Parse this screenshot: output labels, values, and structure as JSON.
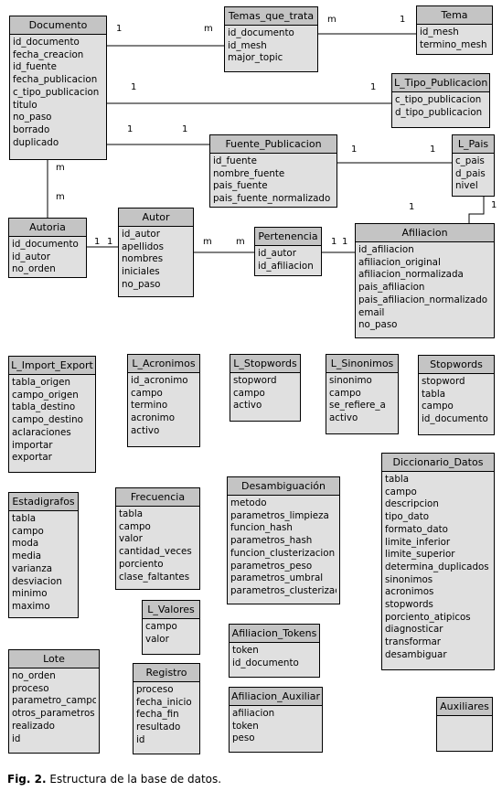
{
  "entities": [
    {
      "name": "Documento",
      "fields": [
        "id_documento",
        "fecha_creacion",
        "id_fuente",
        "fecha_publicacion",
        "c_tipo_publicacion",
        "titulo",
        "no_paso",
        "borrado",
        "duplicado"
      ]
    },
    {
      "name": "Temas_que_trata",
      "fields": [
        "id_documento",
        "id_mesh",
        "major_topic"
      ]
    },
    {
      "name": "Tema",
      "fields": [
        "id_mesh",
        "termino_mesh"
      ]
    },
    {
      "name": "L_Tipo_Publicacion",
      "fields": [
        "c_tipo_publicacion",
        "d_tipo_publicacion"
      ]
    },
    {
      "name": "Fuente_Publicacion",
      "fields": [
        "id_fuente",
        "nombre_fuente",
        "pais_fuente",
        "pais_fuente_normalizado"
      ]
    },
    {
      "name": "L_Pais",
      "fields": [
        "c_pais",
        "d_pais",
        "nivel"
      ]
    },
    {
      "name": "Autoria",
      "fields": [
        "id_documento",
        "id_autor",
        "no_orden"
      ]
    },
    {
      "name": "Autor",
      "fields": [
        "id_autor",
        "apellidos",
        "nombres",
        "iniciales",
        "no_paso"
      ]
    },
    {
      "name": "Pertenencia",
      "fields": [
        "id_autor",
        "id_afiliacion"
      ]
    },
    {
      "name": "Afiliacion",
      "fields": [
        "id_afiliacion",
        "afiliacion_original",
        "afiliacion_normalizada",
        "pais_afiliacion",
        "pais_afiliacion_normalizado",
        "email",
        "no_paso"
      ]
    },
    {
      "name": "L_Import_Export",
      "fields": [
        "tabla_origen",
        "campo_origen",
        "tabla_destino",
        "campo_destino",
        "aclaraciones",
        "importar",
        "exportar"
      ]
    },
    {
      "name": "L_Acronimos",
      "fields": [
        "id_acronimo",
        "campo",
        "termino",
        "acronimo",
        "activo"
      ]
    },
    {
      "name": "L_Stopwords",
      "fields": [
        "stopword",
        "campo",
        "activo"
      ]
    },
    {
      "name": "L_Sinonimos",
      "fields": [
        "sinonimo",
        "campo",
        "se_refiere_a",
        "activo"
      ]
    },
    {
      "name": "Stopwords",
      "fields": [
        "stopword",
        "tabla",
        "campo",
        "id_documento"
      ]
    },
    {
      "name": "Estadigrafos",
      "fields": [
        "tabla",
        "campo",
        "moda",
        "media",
        "varianza",
        "desviacion",
        "minimo",
        "maximo"
      ]
    },
    {
      "name": "Frecuencia",
      "fields": [
        "tabla",
        "campo",
        "valor",
        "cantidad_veces",
        "porciento",
        "clase_faltantes"
      ]
    },
    {
      "name": "Desambiguación",
      "fields": [
        "metodo",
        "parametros_limpieza",
        "funcion_hash",
        "parametros_hash",
        "funcion_clusterizacion",
        "parametros_peso",
        "parametros_umbral",
        "parametros_clusterizacion"
      ]
    },
    {
      "name": "Diccionario_Datos",
      "fields": [
        "tabla",
        "campo",
        "descripcion",
        "tipo_dato",
        "formato_dato",
        "limite_inferior",
        "limite_superior",
        "determina_duplicados",
        "sinonimos",
        "acronimos",
        "stopwords",
        "porciento_atipicos",
        "diagnosticar",
        "transformar",
        "desambiguar"
      ]
    },
    {
      "name": "L_Valores",
      "fields": [
        "campo",
        "valor"
      ]
    },
    {
      "name": "Afiliacion_Tokens",
      "fields": [
        "token",
        "id_documento"
      ]
    },
    {
      "name": "Lote",
      "fields": [
        "no_orden",
        "proceso",
        "parametro_campo",
        "otros_parametros",
        "realizado",
        "id"
      ]
    },
    {
      "name": "Registro",
      "fields": [
        "proceso",
        "fecha_inicio",
        "fecha_fin",
        "resultado",
        "id"
      ]
    },
    {
      "name": "Afiliacion_Auxiliar",
      "fields": [
        "afiliacion",
        "token",
        "peso"
      ]
    },
    {
      "name": "Auxiliares",
      "fields": []
    }
  ],
  "cardinalities": [
    "1",
    "m",
    "m",
    "1",
    "1",
    "1",
    "1",
    "1",
    "1",
    "1",
    "1",
    "m",
    "m",
    "1",
    "1",
    "m",
    "m",
    "1",
    "1",
    "1"
  ],
  "caption": {
    "label": "Fig. 2.",
    "text": " Estructura de la base de datos."
  }
}
